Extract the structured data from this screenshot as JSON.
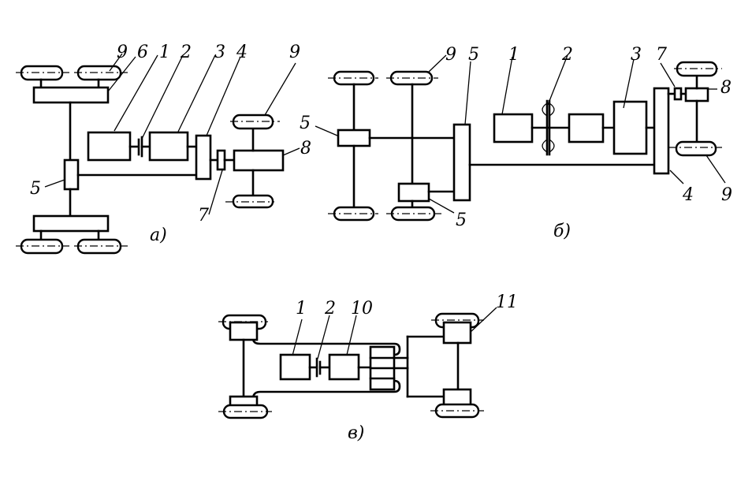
{
  "figure": {
    "subfigures": [
      {
        "id": "a",
        "caption": "а)",
        "labels": [
          "9",
          "6",
          "1",
          "2",
          "3",
          "4",
          "9",
          "5",
          "7",
          "8"
        ]
      },
      {
        "id": "b",
        "caption": "б)",
        "labels": [
          "9",
          "5",
          "5",
          "5",
          "1",
          "2",
          "3",
          "7",
          "8",
          "4",
          "9"
        ]
      },
      {
        "id": "v",
        "caption": "в)",
        "labels": [
          "1",
          "2",
          "10",
          "11"
        ]
      }
    ]
  }
}
